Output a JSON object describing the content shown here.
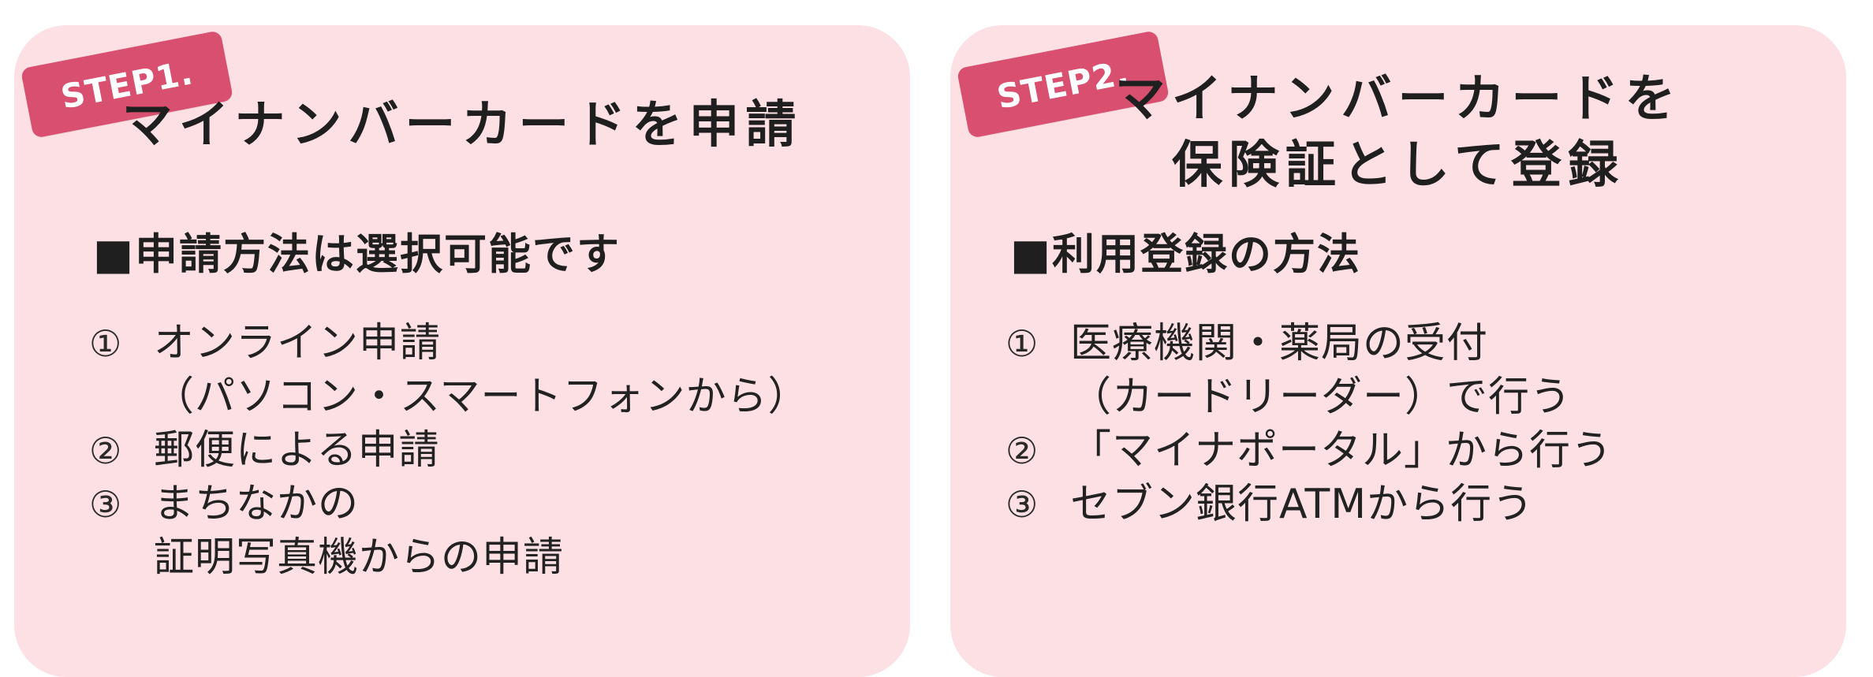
{
  "steps": [
    {
      "badge": "STEP1.",
      "title_lines": [
        "マイナンバーカードを申請"
      ],
      "section": "■申請方法は選択可能です",
      "items": [
        {
          "num": "①",
          "lines": [
            "オンライン申請",
            "（パソコン・スマートフォンから）"
          ]
        },
        {
          "num": "②",
          "lines": [
            "郵便による申請"
          ]
        },
        {
          "num": "③",
          "lines": [
            "まちなかの",
            "証明写真機からの申請"
          ]
        }
      ]
    },
    {
      "badge": "STEP2.",
      "title_lines": [
        "マイナンバーカードを",
        "保険証として登録"
      ],
      "section": "■利用登録の方法",
      "items": [
        {
          "num": "①",
          "lines": [
            "医療機関・薬局の受付",
            "（カードリーダー）で行う"
          ]
        },
        {
          "num": "②",
          "lines": [
            "「マイナポータル」から行う"
          ]
        },
        {
          "num": "③",
          "lines": [
            "セブン銀行ATMから行う"
          ]
        }
      ]
    }
  ],
  "colors": {
    "card_background": "#fde0e3",
    "badge_background": "#d94f70",
    "badge_text": "#ffffff",
    "text": "#222222"
  }
}
